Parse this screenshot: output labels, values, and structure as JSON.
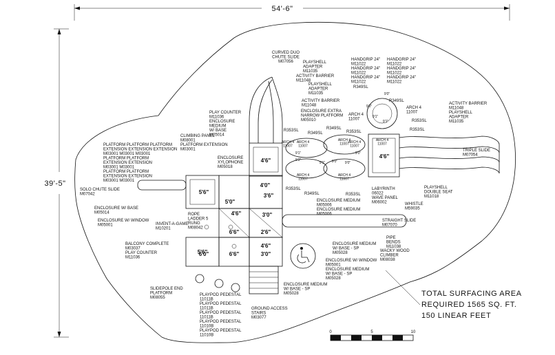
{
  "dimensions": {
    "width": "54'-6\"",
    "height": "39'-5\""
  },
  "surfacing_note": [
    "TOTAL SURFACING AREA",
    "REQUIRED 1565 SQ. FT.",
    "150 LINEAR FEET"
  ],
  "scale_bar": {
    "labels": [
      "0",
      "5",
      "10"
    ]
  },
  "deck_heights": [
    "4'6\"",
    "4'6\"",
    "4'0\"",
    "3'6\"",
    "5'6\"",
    "5'0\"",
    "4'6\"",
    "5'6\"",
    "3'0\"",
    "6'6\"",
    "2'6\"",
    "6'0\"",
    "6'6\"",
    "3'0\"",
    "4'6\""
  ],
  "arch_labels": [
    "ARCH 4\n11007",
    "ARCH 4\n11007",
    "ARCH 4\n11007",
    "ARCH 4\n11007",
    "ARCH 4\n11007",
    "ARCH 4\n11007",
    "ARCH 4\n11007"
  ],
  "small_labels": [
    "9'0\"",
    "9'0\"",
    "9'1\"",
    "9'1\"",
    "9'1\"",
    "9'1\"",
    "9'0\"",
    "9'0\"",
    "9'1\"",
    "9'0\""
  ],
  "callouts": [
    {
      "text": "CURVED DUO\nCHUTE SLIDE\nM07056"
    },
    {
      "text": "PLAYSHELL\nADAPTER\nM11035"
    },
    {
      "text": "ACTIVITY BARRIER\nM11048"
    },
    {
      "text": "PLAYSHELL\nADAPTER\nM11035"
    },
    {
      "text": "ACTIVITY BARRIER\nM11048"
    },
    {
      "text": "HANDGRIP 24\"\nM11022\nHANDGRIP 24\"\nM11022\nHANDGRIP 24\"\nM11022"
    },
    {
      "text": "HANDGRIP 24\"\nM11022\nHANDGRIP 24\"\nM11022\nHANDGRIP 24\"\nM11022"
    },
    {
      "text": "R349SL"
    },
    {
      "text": "R349SL"
    },
    {
      "text": "ACTIVITY BARRIER\nM11048\nPLAYSHELL\nADAPTER\nM11035"
    },
    {
      "text": "ARCH 4\n11007"
    },
    {
      "text": "R353SL"
    },
    {
      "text": "R353SL"
    },
    {
      "text": "ENCLOSURE EXTRA\nNARROW PLATFORM\nM05010"
    },
    {
      "text": "ARCH 4\n11007"
    },
    {
      "text": "R349SL"
    },
    {
      "text": "R349SL"
    },
    {
      "text": "R353SL"
    },
    {
      "text": "R353SL"
    },
    {
      "text": "PLAY COUNTER\nM11036\nENCLOSURE\nMEDIUM\nW/ BASE\nM05014"
    },
    {
      "text": "CLIMBING PANEL\nM08001\nPLATFORM EXTENSION\nM03001"
    },
    {
      "text": "PLATFORM PLATFORM PLATFORM\nEXTENSION EXTENSION EXTENSION\nM03001 M03001 M03001\nPLATFORM PLATFORM\nEXTENSION EXTENSION\nM03001 M03001\nPLATFORM PLATFORM\nEXTENSION EXTENSION\nM03001 M03001"
    },
    {
      "text": "ENCLOSURE\nXYLOPHONE\nM05018"
    },
    {
      "text": "TRIPLE SLIDE\nM07054"
    },
    {
      "text": "SOLO CHUTE SLIDE\nM07042"
    },
    {
      "text": "ENCLOSURE W/ BASE\nM05014"
    },
    {
      "text": "ENCLOSURE W/ WINDOW\nM05001"
    },
    {
      "text": "ROPE\nLADDER 5\nRUNG\nM08042"
    },
    {
      "text": "INVENT-A-GAME\nM10201"
    },
    {
      "text": "R353SL"
    },
    {
      "text": "R349SL"
    },
    {
      "text": "R353SL"
    },
    {
      "text": "LABYRINTH\n06022\nWAVE PANEL\nM06002"
    },
    {
      "text": "PLAYSHELL\nDOUBLE SEAT\nM11018"
    },
    {
      "text": "WHISTLE\nM59035"
    },
    {
      "text": "ENCLOSURE MEDIUM\nM05006\nENCLOSURE MEDIUM\nM05006"
    },
    {
      "text": "STRAIGHT SLIDE\nM07070"
    },
    {
      "text": "BALCONY COMPLETE\nM03037\nPLAY COUNTER\nM11036"
    },
    {
      "text": "PIPE\nBENDS\nM11038"
    },
    {
      "text": "ENCLOSURE MEDIUM\nW/ BASE - SP\nM05028"
    },
    {
      "text": "WACKY WOOD\nCLIMBER\nM08038"
    },
    {
      "text": "ENCLOSURE W/ WINDOW\nM05001\nENCLOSURE MEDIUM\nW/ BASE - SP\nM05028"
    },
    {
      "text": "SLIDEPOLE END\nPLATFORM\nM08055"
    },
    {
      "text": "PLAYPOD PEDESTAL\n11011B\nPLAYPOD PEDESTAL\n11011B\nPLAYPOD PEDESTAL\n11011B\nPLAYPOD PEDESTAL\n11010B\nPLAYPOD PEDESTAL\n11010B"
    },
    {
      "text": "ENCLOSURE MEDIUM\nW/ BASE - SP\nM05028"
    },
    {
      "text": "GROUND ACCESS\nSTAIRS\nM03077"
    }
  ]
}
